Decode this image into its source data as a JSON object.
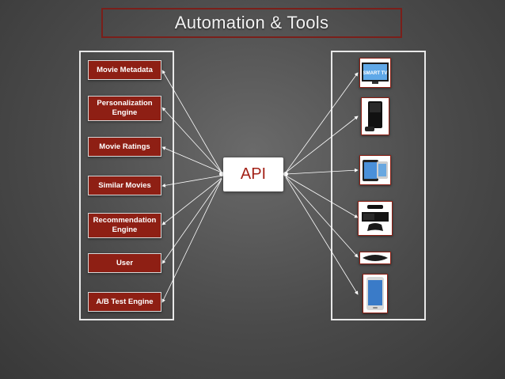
{
  "title": "Automation & Tools",
  "services": [
    {
      "label": "Movie Metadata"
    },
    {
      "label": "Personalization Engine"
    },
    {
      "label": "Movie Ratings"
    },
    {
      "label": "Similar Movies"
    },
    {
      "label": "Recommendation Engine"
    },
    {
      "label": "User"
    },
    {
      "label": "A/B Test Engine"
    }
  ],
  "api": {
    "label": "API"
  },
  "devices": [
    {
      "icon": "smart-tv-icon",
      "text": "SMART TV"
    },
    {
      "icon": "game-console-icon"
    },
    {
      "icon": "tablet-icon"
    },
    {
      "icon": "xbox-console-icon"
    },
    {
      "icon": "set-top-box-icon"
    },
    {
      "icon": "smartphone-icon"
    }
  ],
  "colors": {
    "accent": "#8e1f14",
    "api_text": "#a32117",
    "line": "#ffffff"
  }
}
